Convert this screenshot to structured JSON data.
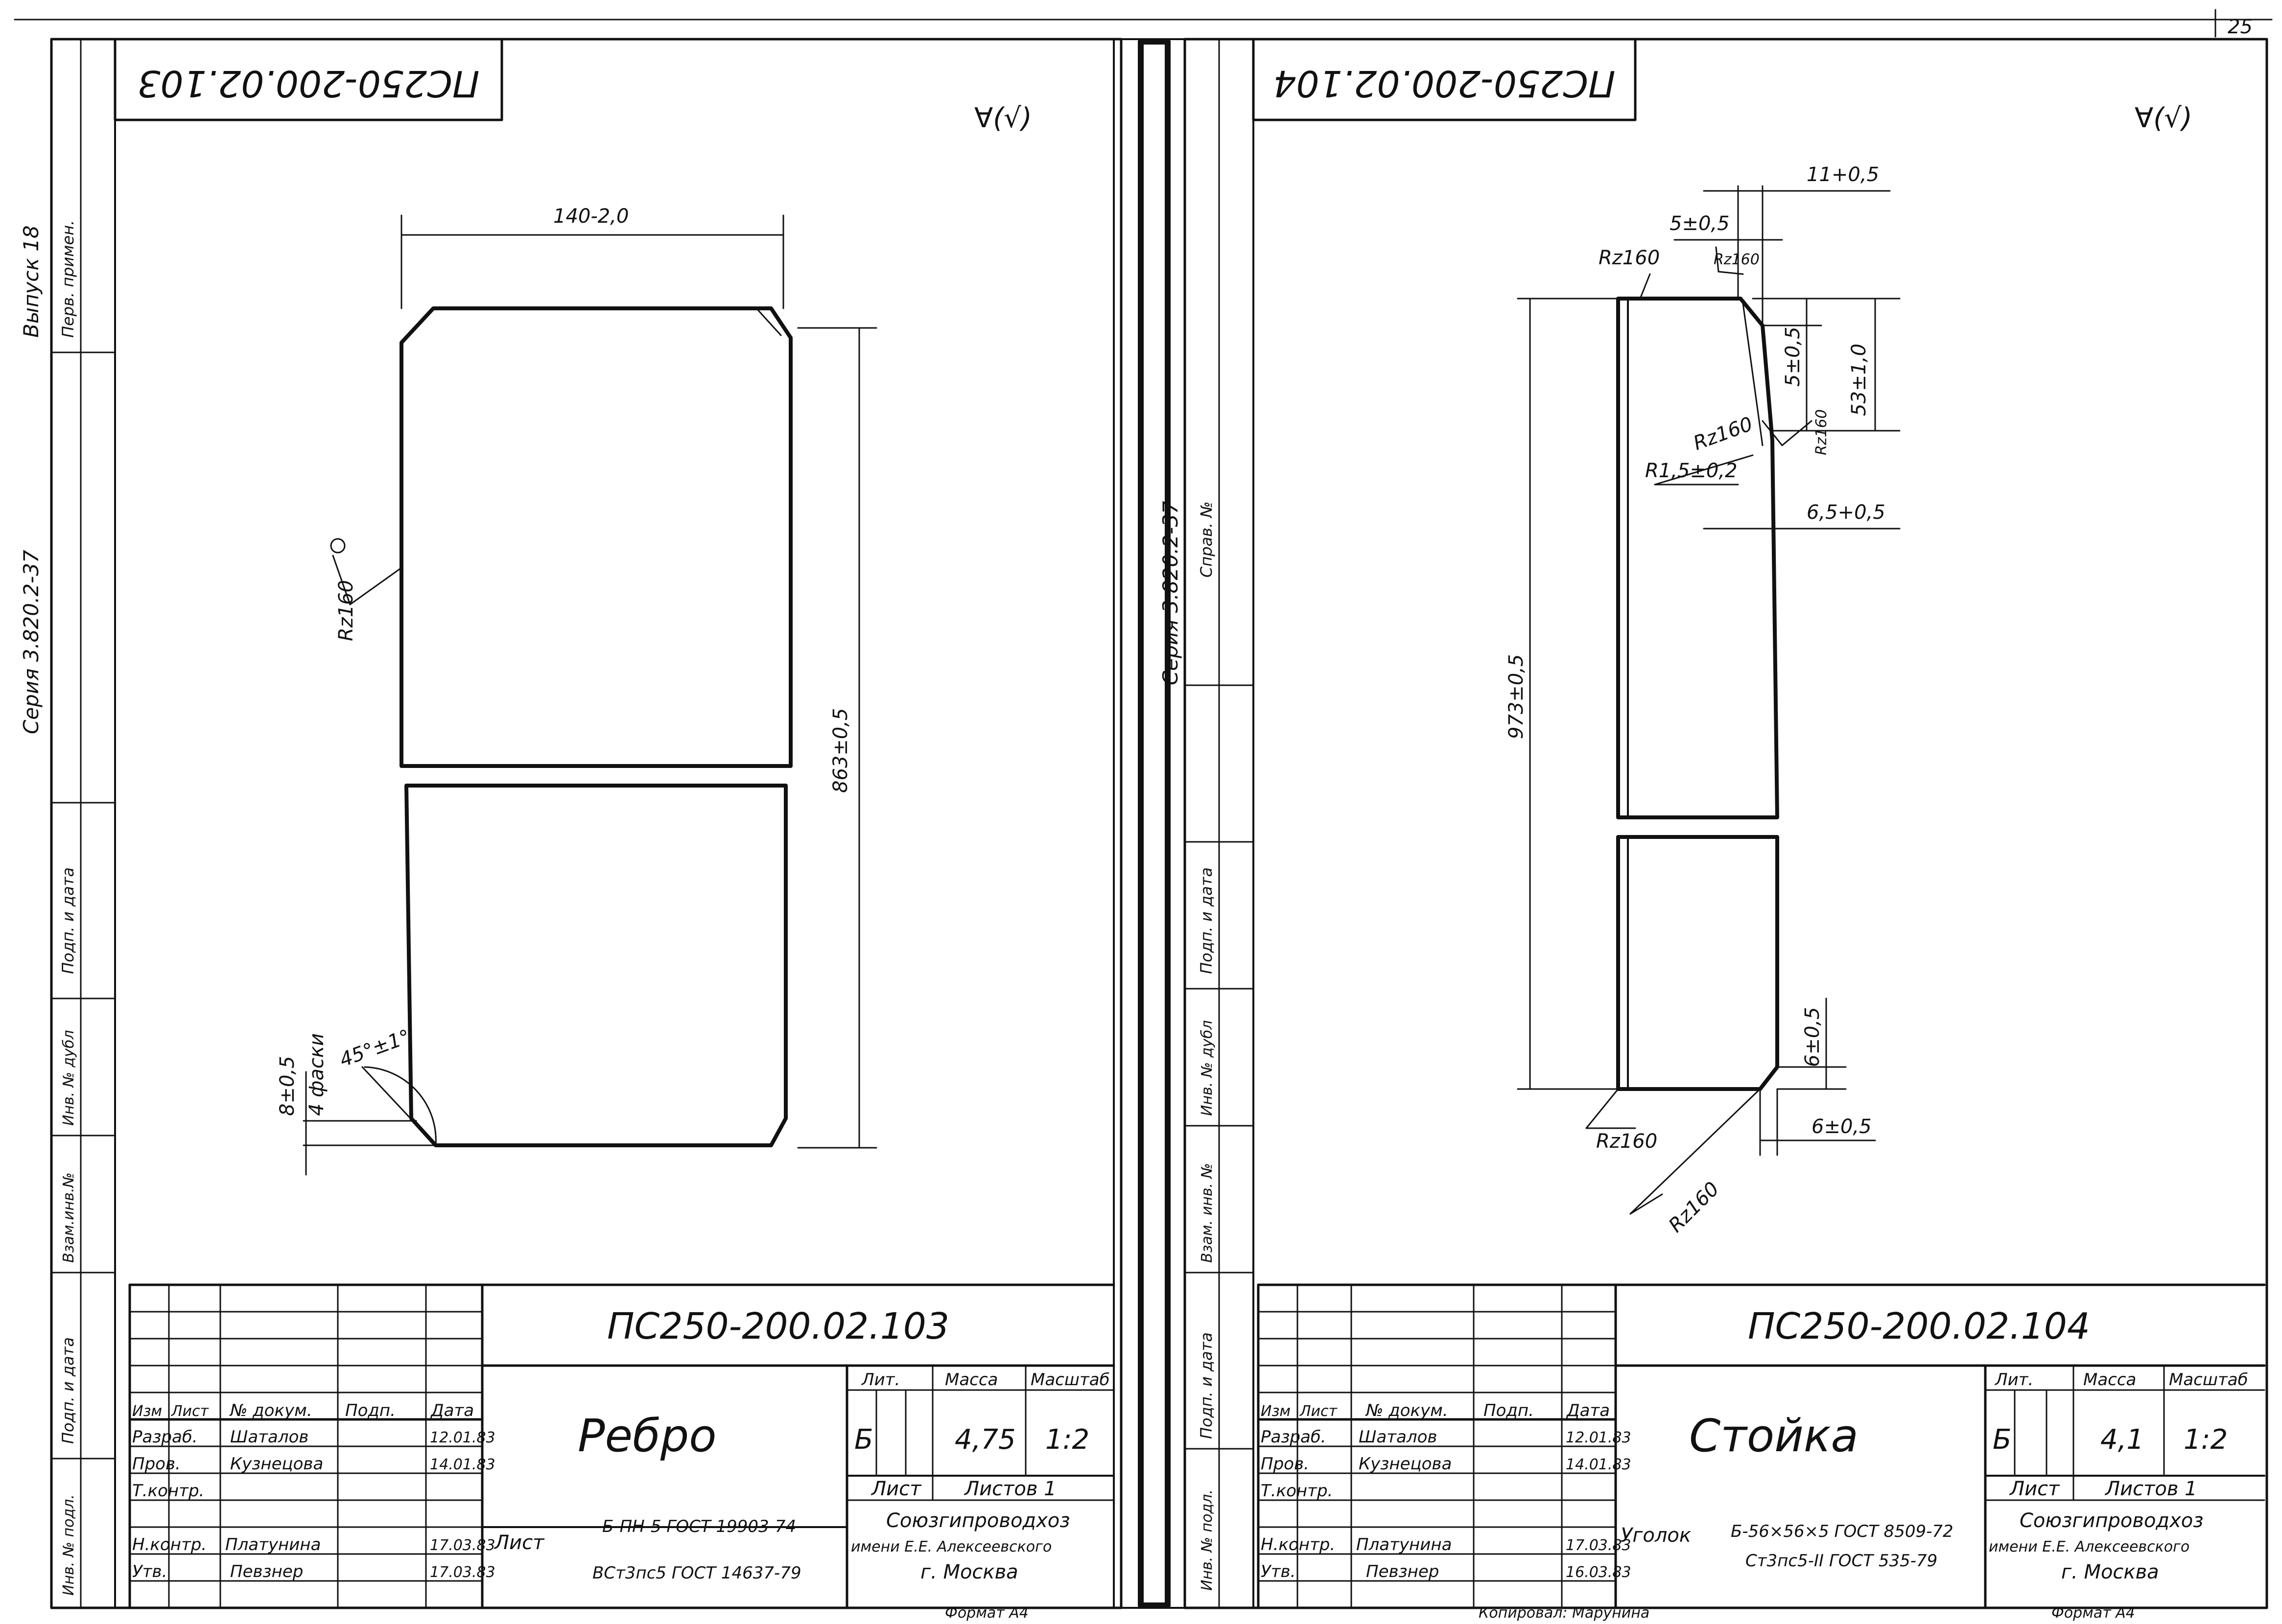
{
  "page_number": "25",
  "sidebar_left": {
    "release": "Выпуск 18",
    "perv_primen": "Перв. примен.",
    "series": "Серия 3.820.2-37",
    "podp_data": "Подп. и дата",
    "inv_dubl": "Инв. № дубл",
    "vzam_inv": "Взам.инв.№",
    "podp_data_2": "Подп. и дата",
    "inv_podl": "Инв. № подл."
  },
  "sidebar_right": {
    "series": "Серия 3.820.2-37",
    "sprav": "Справ. №",
    "podp_data": "Подп. и дата",
    "inv_dubl": "Инв. № дубл",
    "vzam_inv": "Взам. инв. №",
    "podp_data_2": "Подп. и дата",
    "inv_podl": "Инв. № подл."
  },
  "common": {
    "roughness": "∀(√)",
    "col_izm": "Изм",
    "col_list": "Лист",
    "col_doc": "№ докум.",
    "col_podp": "Подп.",
    "col_date": "Дата",
    "role_razrab": "Разраб.",
    "role_prov": "Пров.",
    "role_tkontr": "Т.контр.",
    "role_nkontr": "Н.контр.",
    "role_utv": "Утв.",
    "lit_label": "Лит.",
    "mass_label": "Масса",
    "scale_label": "Масштаб",
    "sheet_label": "Лист",
    "sheets_label": "Листов 1",
    "org_line1": "Союзгипроводхоз",
    "org_line2": "имени Е.Е. Алексеевского",
    "org_line3": "г. Москва",
    "format": "Формат А4",
    "copied_by": "Копировал: Марунина"
  },
  "left_sheet": {
    "rotated_code": "ПС250-200.02.103",
    "code": "ПС250-200.02.103",
    "title": "Ребро",
    "lit": "Б",
    "mass": "4,75",
    "scale": "1:2",
    "list_word": "Лист",
    "material_line1": "Б-ПН-5 ГОСТ 19903-74",
    "material_line2": "ВСт3пс5 ГОСТ 14637-79",
    "people": {
      "razrab": "Шаталов",
      "razrab_date": "12.01.83",
      "prov": "Кузнецова",
      "prov_date": "14.01.83",
      "nkontr": "Платунина",
      "nkontr_date": "17.03.83",
      "utv": "Певзнер",
      "utv_date": "17.03.83"
    },
    "dims": {
      "width": "140-2,0",
      "height": "863±0,5",
      "chamfer": "8±0,5",
      "chamfer_count": "4 фаски",
      "angle": "45°±1°",
      "roughness": "Rz160"
    }
  },
  "right_sheet": {
    "rotated_code": "ПС250-200.02.104",
    "code": "ПС250-200.02.104",
    "title": "Стойка",
    "lit": "Б",
    "mass": "4,1",
    "scale": "1:2",
    "material_prefix": "Уголок",
    "material_line1": "Б-56×56×5 ГОСТ 8509-72",
    "material_line2": "Ст3пс5-II ГОСТ 535-79",
    "people": {
      "razrab": "Шаталов",
      "razrab_date": "12.01.83",
      "prov": "Кузнецова",
      "prov_date": "14.01.83",
      "nkontr": "Платунина",
      "nkontr_date": "17.03.83",
      "utv": "Певзнер",
      "utv_date": "16.03.83"
    },
    "dims": {
      "d1": "11+0,5",
      "d2": "5±0,5",
      "d3": "5±0,5",
      "d4": "53±1,0",
      "d5": "6,5+0,5",
      "d6": "973±0,5",
      "d7": "6±0,5",
      "d8": "6±0,5",
      "radius": "R1,5±0,2",
      "rz1": "Rz160",
      "rz2": "Rz160",
      "rz3": "Rz160",
      "rz4": "Rz160",
      "rz5": "Rz160",
      "rz6": "Rz160"
    }
  },
  "colors": {
    "ink": "#111111",
    "paper": "#ffffff"
  }
}
